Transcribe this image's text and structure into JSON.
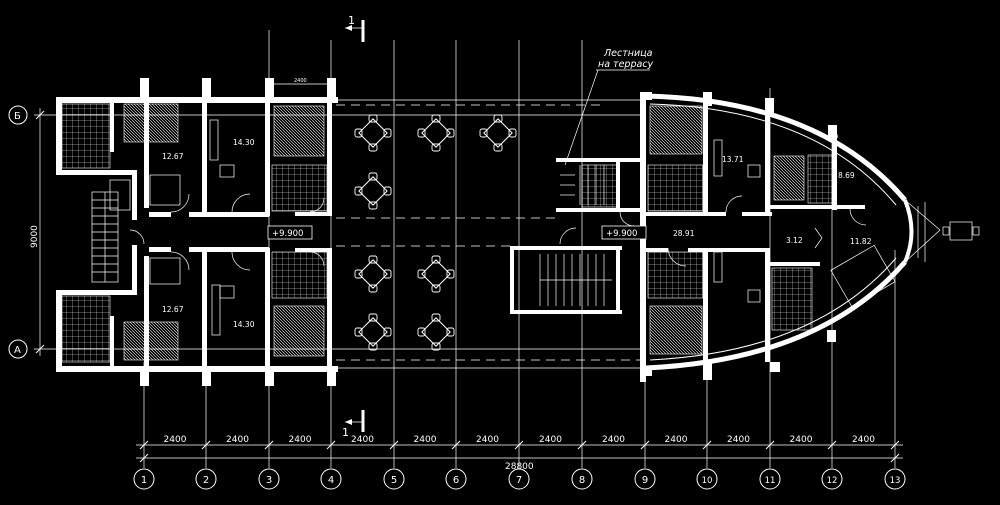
{
  "grid": {
    "columns": [
      "1",
      "2",
      "3",
      "4",
      "5",
      "6",
      "7",
      "8",
      "9",
      "10",
      "11",
      "12",
      "13"
    ],
    "rows": [
      "Б",
      "А"
    ],
    "spacing_labels": [
      "2400",
      "2400",
      "2400",
      "2400",
      "2400",
      "2400",
      "2400",
      "2400",
      "2400",
      "2400",
      "2400",
      "2400"
    ],
    "total_length": "28800",
    "side_dimension": "9000",
    "top_small_dim": "2400"
  },
  "section_marks": {
    "top": "1",
    "bottom": "1"
  },
  "callout": {
    "line1": "Лестница",
    "line2": "на террасу"
  },
  "levels": {
    "left": "+9.900",
    "right": "+9.900"
  },
  "areas": {
    "room_top_left": "12.67",
    "room_top_2": "14.30",
    "room_bottom_left": "12.67",
    "room_bottom_2": "14.30",
    "room_right_top": "13.71",
    "hall_right": "28.91",
    "room_bow_top": "8.69",
    "room_bow_mid": "3.12",
    "room_bow": "11.82"
  }
}
